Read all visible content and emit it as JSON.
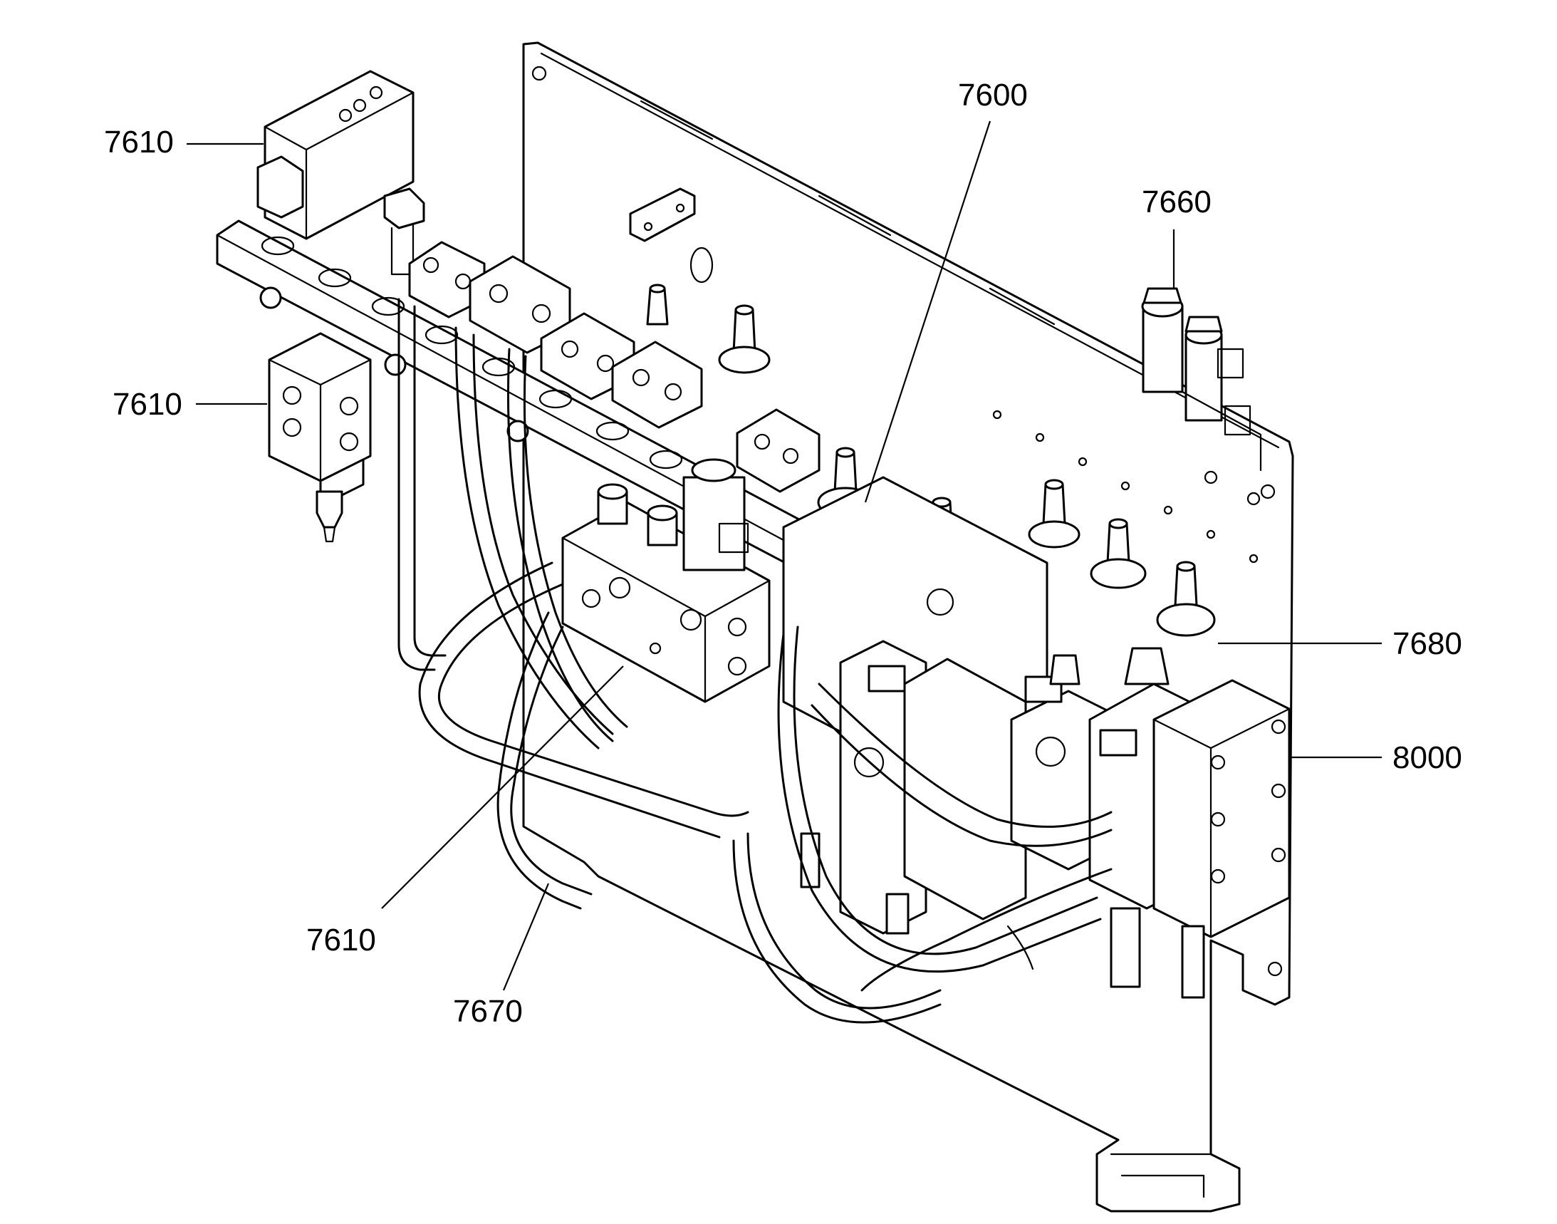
{
  "diagram": {
    "callouts": [
      {
        "id": "c1",
        "label": "7610"
      },
      {
        "id": "c2",
        "label": "7610"
      },
      {
        "id": "c3",
        "label": "7600"
      },
      {
        "id": "c4",
        "label": "7660"
      },
      {
        "id": "c5",
        "label": "7680"
      },
      {
        "id": "c6",
        "label": "8000"
      },
      {
        "id": "c7",
        "label": "7610"
      },
      {
        "id": "c8",
        "label": "7670"
      }
    ]
  }
}
